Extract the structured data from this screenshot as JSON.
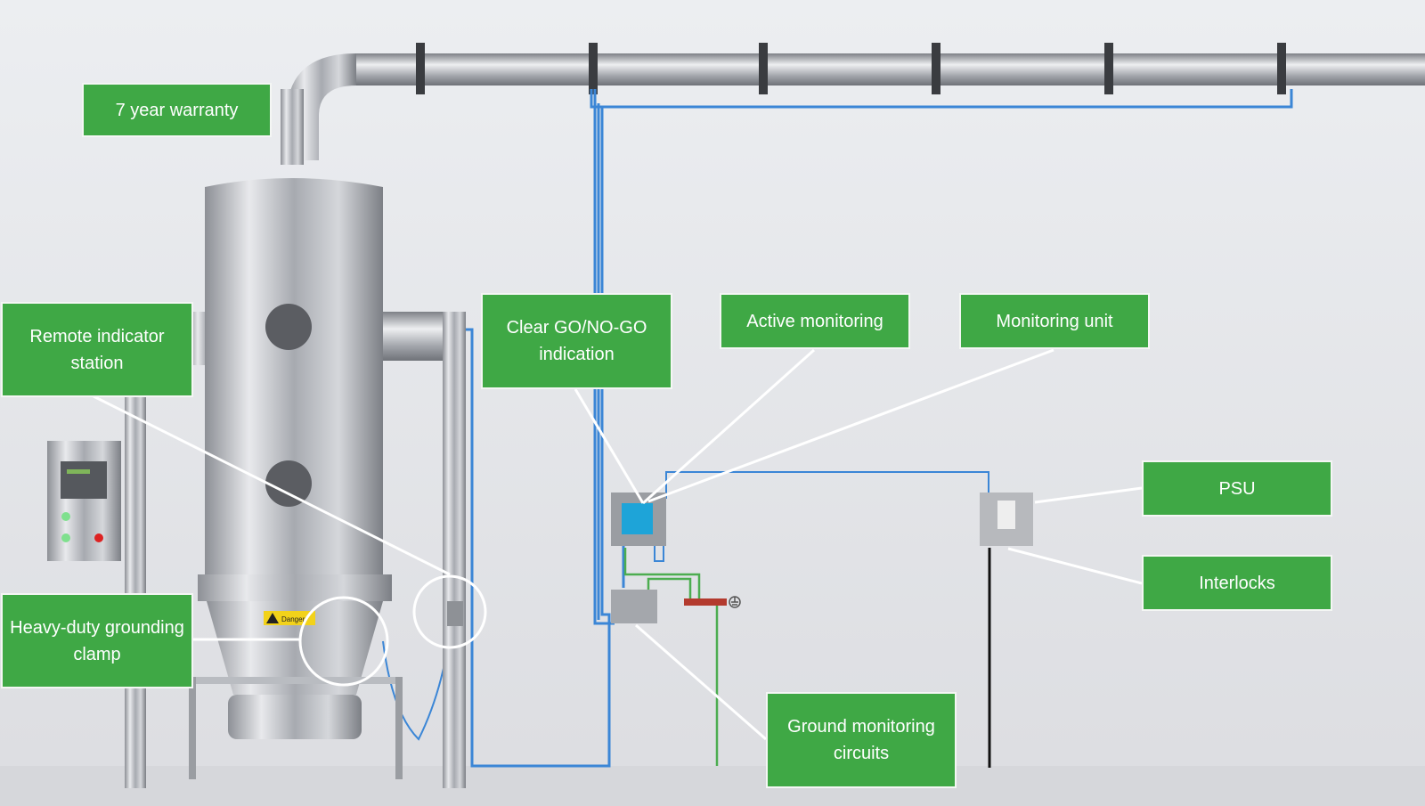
{
  "labels": {
    "warranty": "7 year warranty",
    "remote_indicator": "Remote indicator station",
    "grounding_clamp": "Heavy-duty grounding clamp",
    "go_nogo": "Clear GO/NO-GO indication",
    "active_monitoring": "Active monitoring",
    "monitoring_unit": "Monitoring unit",
    "psu": "PSU",
    "interlocks": "Interlocks",
    "ground_circuits": "Ground monitoring circuits"
  },
  "warning_sign": "Danger",
  "colors": {
    "label_bg": "#3fa845",
    "label_border": "#ffffff",
    "background": "#e4e5e9",
    "cable_blue": "#3b86d6",
    "cable_green": "#4cad50",
    "busbar_red": "#b33a2e",
    "monitor_screen": "#1ea4d8"
  },
  "icons": [
    "earth-ground-icon",
    "warning-triangle-icon"
  ]
}
